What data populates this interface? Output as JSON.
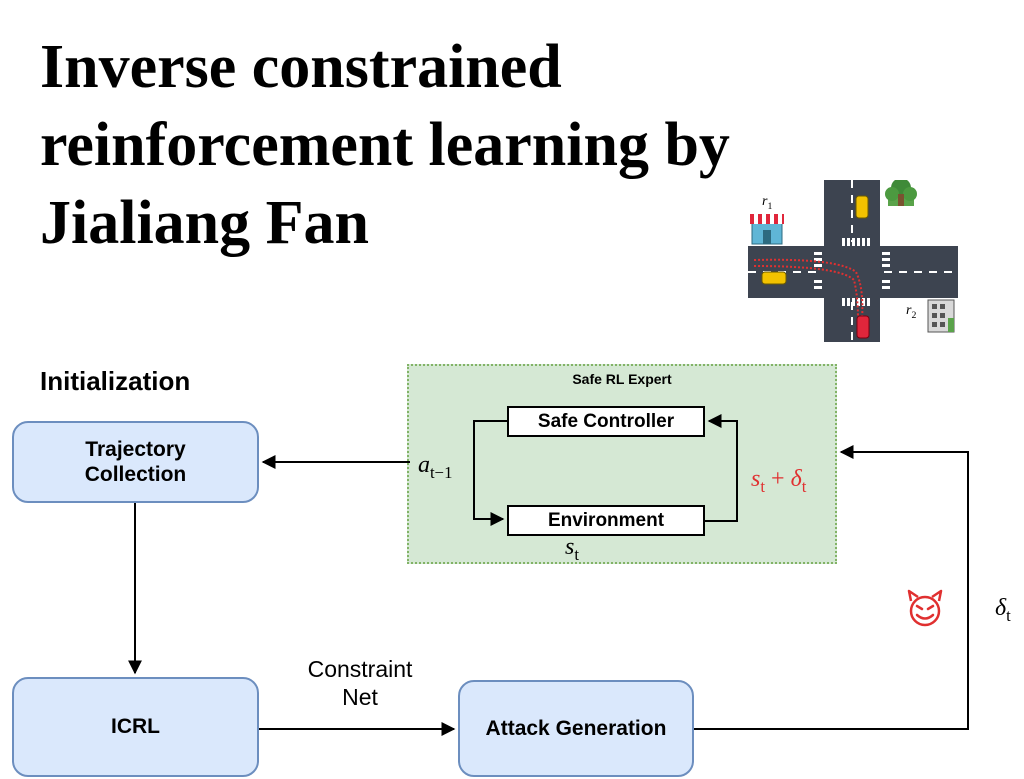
{
  "title": {
    "lines": [
      "Inverse constrained",
      "reinforcement learning by",
      "Jialiang Fan"
    ]
  },
  "diagram": {
    "initialization_label": "Initialization",
    "nodes": {
      "trajectory_collection": "Trajectory\nCollection",
      "icrl": "ICRL",
      "attack_generation": "Attack Generation"
    },
    "safe_rl_expert": {
      "label": "Safe RL Expert",
      "safe_controller": "Safe Controller",
      "environment": "Environment"
    },
    "edge_labels": {
      "constraint_net_line1": "Constraint",
      "constraint_net_line2": "Net"
    },
    "math": {
      "action": "a",
      "action_sub": "t−1",
      "state": "s",
      "state_sub": "t",
      "perturbed_state": "s",
      "perturbed_state_sub": "t",
      "plus": "+",
      "delta": "δ",
      "delta_sub": "t",
      "perturbation": "δ",
      "perturbation_sub": "t"
    },
    "icons": {
      "adversary": "devil-face-icon",
      "intersection": "traffic-intersection-illustration"
    },
    "intersection_labels": {
      "r1": "r",
      "r1_sub": "1",
      "r2": "r",
      "r2_sub": "2"
    },
    "colors": {
      "blue_fill": "#dae8fc",
      "blue_border": "#6c8ebf",
      "green_fill": "#d5e8d4",
      "green_border": "#82b366",
      "red_text": "#e03030"
    }
  }
}
